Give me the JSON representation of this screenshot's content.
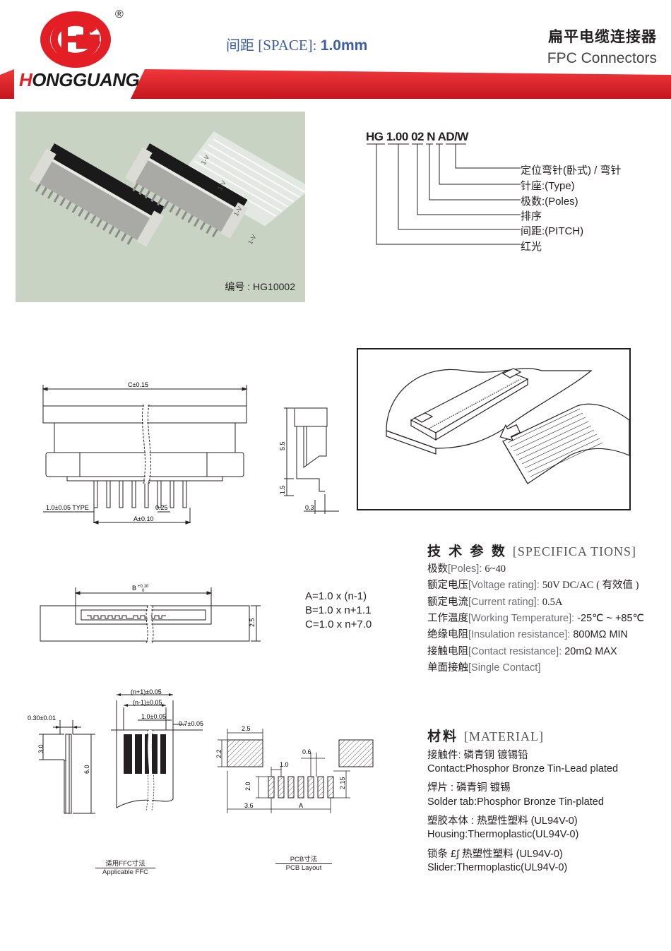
{
  "header": {
    "registered_mark": "®",
    "brand_prefix": "H",
    "brand_name": "ONGGUANG",
    "spacing_label": "间距",
    "spacing_space": "[SPACE]:",
    "spacing_value": "1.0mm",
    "title_cn": "扁平电缆连接器",
    "title_en": "FPC Connectors",
    "colors": {
      "red": "#e31e24",
      "blue": "#3b5ea6",
      "photo_bg": "#c9d3c4"
    }
  },
  "photo": {
    "code_label": "编号 : HG10002",
    "cable_marks": [
      "1-V",
      "1-V",
      "1-V",
      "1-V"
    ]
  },
  "part_number": {
    "segments": [
      "HG",
      "1.00",
      "02",
      "N",
      "A",
      "D/W"
    ],
    "descriptions": [
      "定位弯针(卧式) / 弯针",
      "针座:(Type)",
      "极数:(Poles)",
      "排序",
      "间距:(PITCH)",
      "红光"
    ]
  },
  "drawings": {
    "front_view": {
      "c_dim": "C±0.15",
      "type_dim": "1.0±0.05 TYPE",
      "pitch_dim": "0.25",
      "a_dim": "A±0.10"
    },
    "side_view": {
      "h_dim": "5.5",
      "foot_dim": "1.5",
      "w_dim": "0.3"
    },
    "top_view": {
      "b_dim_main": "B",
      "b_dim_tol_top": "+0.10",
      "b_dim_tol_bottom": "0",
      "h_dim": "2.5"
    },
    "ffc": {
      "thick_dim": "0.30±0.01",
      "h1": "3.0",
      "h2": "6.0",
      "w1": "(n+1)±0.05",
      "w2": "(n-1)±0.05",
      "pitch": "1.0±0.05",
      "cw": "0.7±0.05",
      "caption_cn": "适用FFC寸法",
      "caption_en": "Applicable FFC"
    },
    "pcb": {
      "pad_w": "2.5",
      "pad_h": "2.2",
      "pitch": "1.0",
      "pin_w": "0.6",
      "pin_len": "2.0",
      "total_h": "2.15",
      "offset": "3.6",
      "a": "A",
      "caption_cn": "PCB寸法",
      "caption_en": "PCB Layout"
    }
  },
  "formulas": [
    "A=1.0 x (n-1)",
    "B=1.0 x n+1.1",
    "C=1.0 x n+7.0"
  ],
  "specs": {
    "heading_cn": "技 术 参 数",
    "heading_en": "[SPECIFICA TIONS]",
    "rows": [
      {
        "cn": "极数",
        "en": "[Poles]:",
        "value": "6~40"
      },
      {
        "cn": "额定电压",
        "en": "[Voltage rating]:",
        "value": "50V DC/AC ( 有效值 )"
      },
      {
        "cn": "额定电流",
        "en": "[Current rating]:",
        "value": "0.5A"
      },
      {
        "cn": "工作温度",
        "en": "[Working Temperature]:",
        "value": "-25℃ ~ +85℃"
      },
      {
        "cn": "绝缘电阻",
        "en": "[Insulation resistance]:",
        "value": "800MΩ MIN"
      },
      {
        "cn": "接触电阻",
        "en": "[Contact resistance]:",
        "value": "20mΩ MAX"
      },
      {
        "cn": "单面接触",
        "en": "[Single Contact]",
        "value": ""
      }
    ]
  },
  "material": {
    "heading_cn": "材料",
    "heading_en": "[MATERIAL]",
    "rows": [
      "接触件:    磷青铜  镀锡铅",
      "Contact:Phosphor Bronze Tin-Lead plated",
      "焊片 : 磷青铜    镀锡",
      "Solder tab:Phosphor Bronze Tin-plated",
      "塑胶本体 : 热塑性塑料 (UL94V-0)",
      "Housing:Thermoplastic(UL94V-0)",
      "锁条 £∫ 热塑性塑料 (UL94V-0)",
      "Slider:Thermoplastic(UL94V-0)"
    ]
  }
}
